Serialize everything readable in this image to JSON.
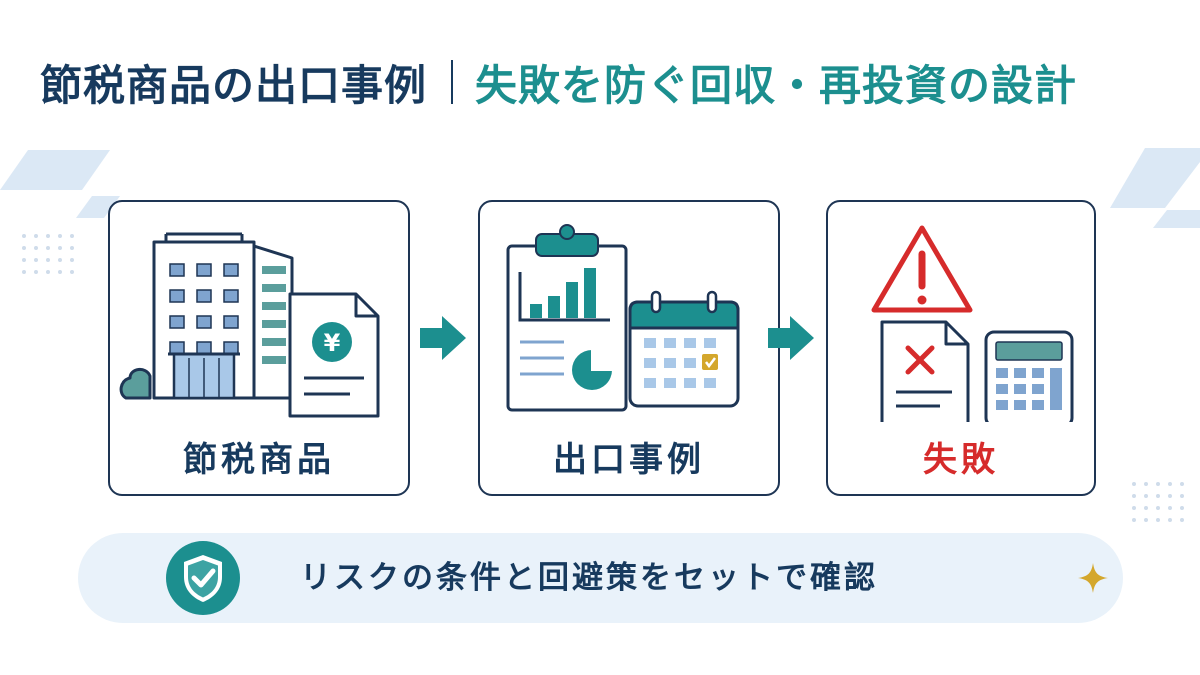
{
  "title": {
    "main": "節税商品の出口事例",
    "sub": "失敗を防ぐ回収・再投資の設計"
  },
  "steps": [
    {
      "label": "節税商品",
      "icon": "building-and-yen-document"
    },
    {
      "label": "出口事例",
      "icon": "clipboard-chart-and-calendar"
    },
    {
      "label": "失敗",
      "icon": "warning-document-calculator"
    }
  ],
  "document_symbol": "¥",
  "banner": {
    "text": "リスクの条件と回避策をセットで確認",
    "icon": "shield-check-icon"
  },
  "colors": {
    "navy": "#173a5e",
    "teal": "#1c8f8f",
    "red": "#d62b2b",
    "banner_bg": "#e9f2fa",
    "accent_light": "#a9c8e8",
    "gold": "#d4a72c"
  }
}
